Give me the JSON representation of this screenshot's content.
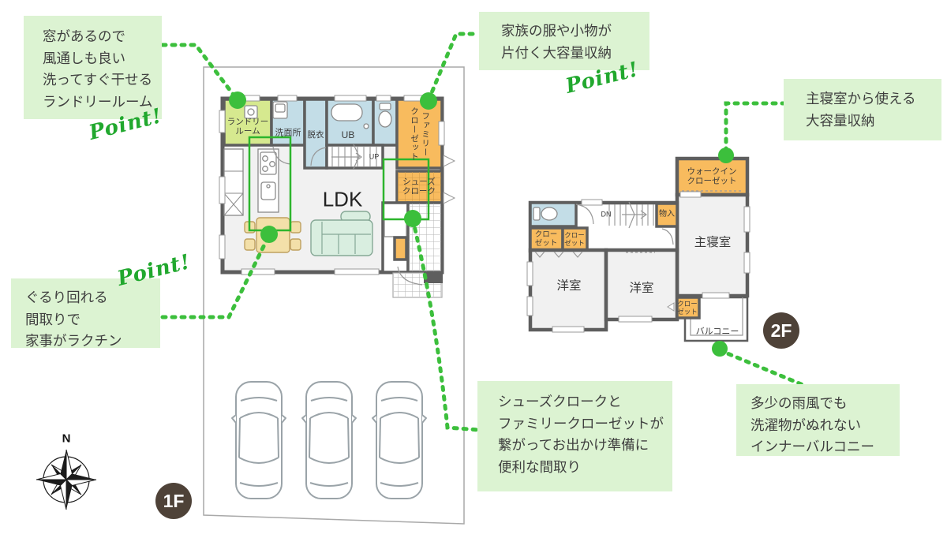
{
  "colors": {
    "accent_green": "#3cbf3c",
    "loop_green": "#2db52d",
    "callout_bg": "#dcf3d2",
    "point_green": "#21a82e",
    "badge_bg": "#4e4238",
    "room_orange": "#f8bb5e",
    "room_green": "#d6e98f",
    "room_blue": "#c3dde7",
    "wall_gray": "#5e5e5e"
  },
  "callouts": {
    "laundry": {
      "line1": "窓があるので",
      "line2": "風通しも良い",
      "line3": "洗ってすぐ干せる",
      "line4": "ランドリールーム",
      "point": "Point!"
    },
    "family_closet": {
      "line1": "家族の服や小物が",
      "line2": "片付く大容量収納",
      "point": "Point!"
    },
    "walk_in_closet": {
      "line1": "主寝室から使える",
      "line2": "大容量収納"
    },
    "circulation": {
      "line1": "ぐるり回れる",
      "line2": "間取りで",
      "line3": "家事がラクチン",
      "point": "Point!"
    },
    "shoe_cloak": {
      "line1": "シューズクロークと",
      "line2": "ファミリークローゼットが",
      "line3": "繋がってお出かけ準備に",
      "line4": "便利な間取り"
    },
    "balcony": {
      "line1": "多少の雨風でも",
      "line2": "洗濯物がぬれない",
      "line3": "インナーバルコニー"
    }
  },
  "floor1": {
    "badge": "1F",
    "labels": {
      "laundry_line1": "ランドリー",
      "laundry_line2": "ルーム",
      "washroom": "洗面所",
      "dressing": "脱衣",
      "bath": "UB",
      "family_closet_col1": "ファミリー",
      "family_closet_col2": "クローゼット",
      "shoe_line1": "シューズ",
      "shoe_line2": "クローク",
      "ldk": "LDK",
      "up": "UP"
    }
  },
  "floor2": {
    "badge": "2F",
    "labels": {
      "wic_line1": "ウォークイン",
      "wic_line2": "クローゼット",
      "master": "主寝室",
      "west1": "洋室",
      "west2": "洋室",
      "closet1_line1": "クロー",
      "closet1_line2": "ゼット",
      "closet2_line1": "クロー",
      "closet2_line2": "ゼット",
      "closet3_line1": "クロー",
      "closet3_line2": "ゼット",
      "storage": "物入",
      "dn": "DN",
      "balcony": "バルコニー"
    }
  },
  "compass": {
    "north": "N"
  }
}
